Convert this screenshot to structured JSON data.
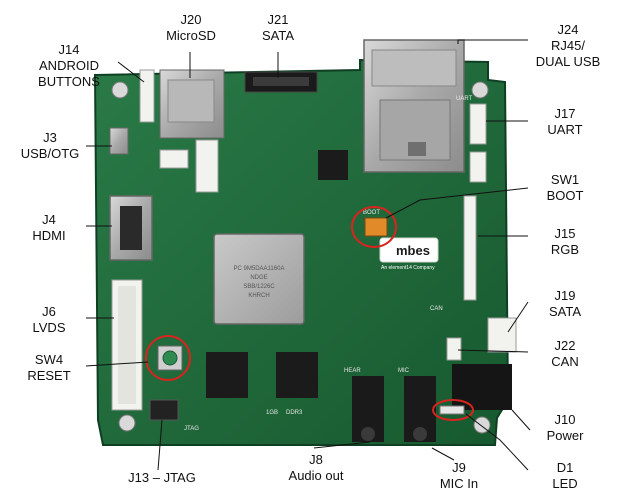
{
  "labels": {
    "j14": [
      "J14",
      "ANDROID",
      "BUTTONS"
    ],
    "j20": [
      "J20",
      "MicroSD"
    ],
    "j21": [
      "J21",
      "SATA"
    ],
    "j24": [
      "J24",
      "RJ45/",
      "DUAL USB"
    ],
    "j3": [
      "J3",
      "USB/OTG"
    ],
    "j17": [
      "J17",
      "UART"
    ],
    "sw1": [
      "SW1",
      "BOOT"
    ],
    "j4": [
      "J4",
      "HDMI"
    ],
    "j15": [
      "J15",
      "RGB"
    ],
    "j6": [
      "J6",
      "LVDS"
    ],
    "j19": [
      "J19",
      "SATA"
    ],
    "sw4": [
      "SW4",
      "RESET"
    ],
    "j22": [
      "J22",
      "CAN"
    ],
    "j10": [
      "J10",
      "Power"
    ],
    "j13": [
      "J13 – JTAG"
    ],
    "j8": [
      "J8",
      "Audio out"
    ],
    "j9": [
      "J9",
      "MIC In"
    ],
    "d1": [
      "D1",
      "LED"
    ]
  },
  "board": {
    "logo": "mbes",
    "logo_tagline": "An element14 Company",
    "soc_lines": [
      "PC 9M5DAA1160A",
      "NDGE",
      "SBB/1226C",
      "KHRCH"
    ],
    "silk_boot": "BOOT",
    "silk_jtag": "JTAG",
    "silk_mic": "MIC",
    "silk_hear": "HEAR",
    "silk_can": "CAN",
    "silk_ddr": "DDR3",
    "silk_1gb": "1GB",
    "silk_uart": "UART"
  },
  "colors": {
    "pcb": "#1f6b3c",
    "pcb_dark": "#154f2b",
    "callout_circle": "#d8241f",
    "leader": "#111111"
  }
}
